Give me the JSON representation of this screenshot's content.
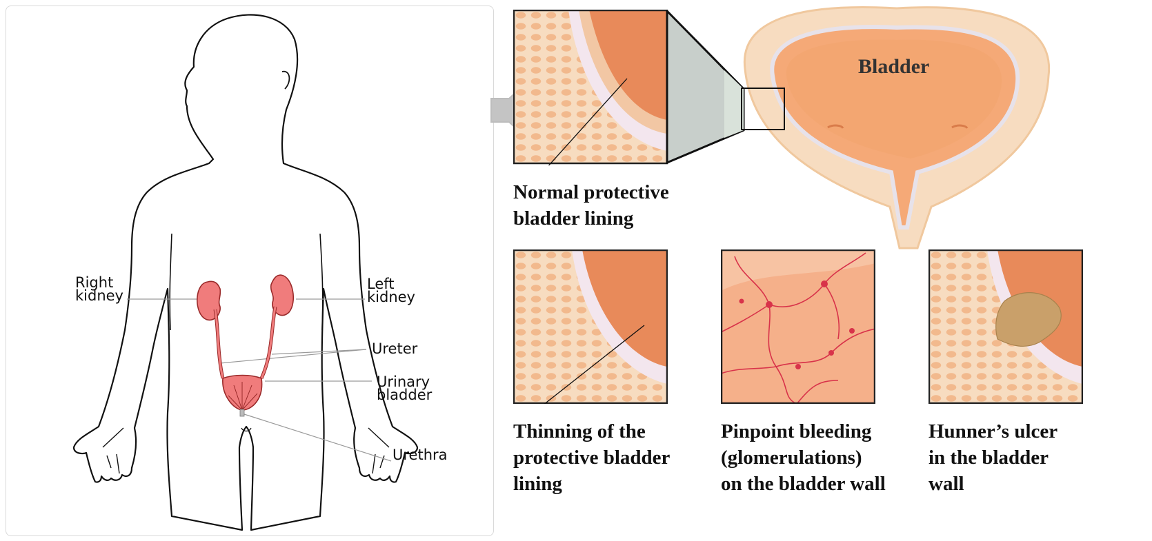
{
  "anatomy": {
    "labels": {
      "right_kidney": [
        "Right",
        "kidney"
      ],
      "left_kidney": [
        "Left",
        "kidney"
      ],
      "ureter": "Ureter",
      "urinary_bladder": [
        "Urinary",
        "bladder"
      ],
      "urethra": "Urethra"
    },
    "colors": {
      "organ_fill": "#f07c7c",
      "organ_stroke": "#9a2a2a",
      "outline": "#111111"
    }
  },
  "bladder_illustration": {
    "title": "Bladder",
    "captions": {
      "normal": [
        "Normal protective",
        "bladder lining"
      ],
      "thinning": [
        "Thinning of the",
        "protective bladder",
        "lining"
      ],
      "bleeding": [
        "Pinpoint bleeding",
        "(glomerulations)",
        "on the bladder wall"
      ],
      "ulcer": [
        "Hunner’s ulcer",
        "in the bladder",
        "wall"
      ]
    },
    "colors": {
      "tissue_light": "#f7dcc0",
      "tissue_mid": "#f2b98d",
      "tissue_deep": "#e88a5a",
      "lining": "#f3e6ee",
      "vessel": "#d8334a"
    }
  },
  "audio": {
    "icon": "speaker-icon"
  }
}
